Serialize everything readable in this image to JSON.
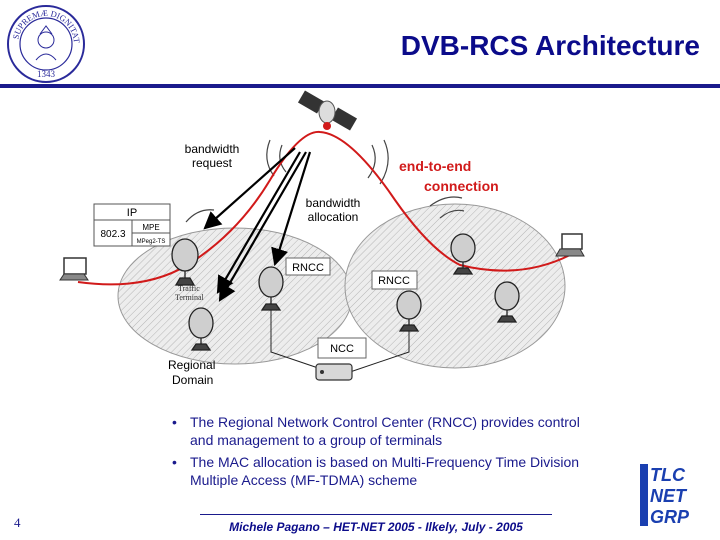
{
  "slide": {
    "title": "DVB-RCS  Architecture",
    "number": "4",
    "footer": "Michele Pagano – HET-NET 2005 - Ilkely, July - 2005"
  },
  "diagram": {
    "bandwidth_request": [
      "bandwidth",
      "request"
    ],
    "bandwidth_allocation": [
      "bandwidth",
      "allocation"
    ],
    "end_to_end": [
      "end-to-end",
      "connection"
    ],
    "protocol_stack": {
      "top": "IP",
      "left": "802.3",
      "mpe": "MPE",
      "mpeg": "MPeg2-TS"
    },
    "traffic_terminal": [
      "Traffic",
      "Terminal"
    ],
    "rncc_left": "RNCC",
    "rncc_right": "RNCC",
    "ncc": "NCC",
    "regional_domain": [
      "Regional",
      "Domain"
    ],
    "colors": {
      "accent": "#d11a1a",
      "title": "#0b0b8a",
      "text": "#1a1a8c"
    }
  },
  "bullets": [
    "The Regional Network Control Center (RNCC) provides control and management to a group of terminals",
    "The MAC allocation is based on Multi-Frequency Time Division Multiple Access (MF-TDMA) scheme"
  ],
  "seal": {
    "text": "IN SUPREMÆ DIGNITATIS",
    "year": "1343"
  },
  "logo": [
    "TLC",
    "NET",
    "GRP"
  ]
}
